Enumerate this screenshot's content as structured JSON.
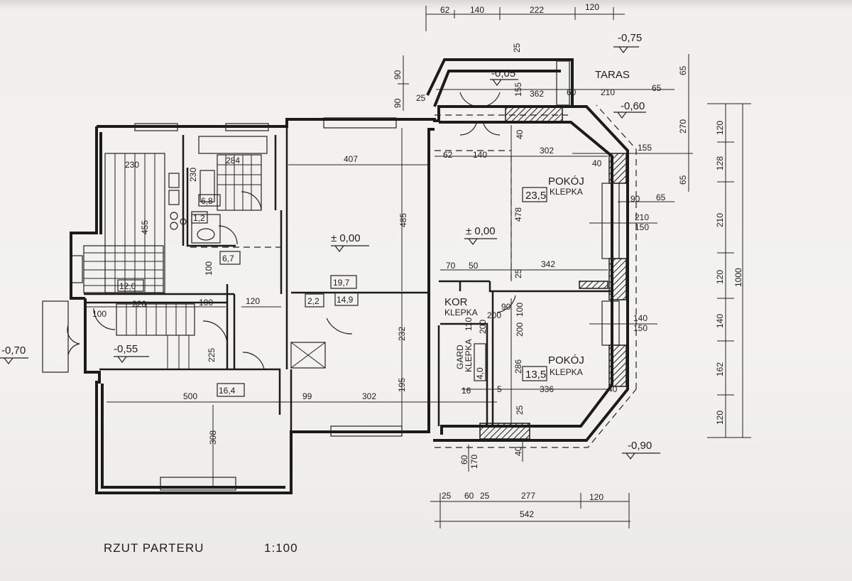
{
  "drawing": {
    "title": "RZUT PARTERU",
    "scale": "1:100"
  },
  "rooms": {
    "pokoj_top": {
      "name": "POKÓJ",
      "area": "23,5",
      "floor": "KLEPKA"
    },
    "pokoj_bottom": {
      "name": "POKÓJ",
      "area": "13,5",
      "floor": "KLEPKA"
    },
    "kor": {
      "name": "KOR",
      "floor": "KLEPKA"
    },
    "garderoba": {
      "name": "GARD",
      "area": "4,0",
      "floor": "KLEPKA"
    },
    "taras": {
      "name": "TARAS"
    },
    "areas": {
      "kitchen": "12,0",
      "bath_top": "6,8",
      "wc": "1,2",
      "hall_small": "6,7",
      "living": "19,7",
      "dining": "14,9",
      "hall_22": "2,2",
      "bottom_room": "16,4"
    }
  },
  "levels": {
    "entrance": "-0,70",
    "stair_landing": "-0,55",
    "top_terrace_upper": "-0,75",
    "terrace": "-0,60",
    "porch": "-0,05",
    "living": "± 0,00",
    "right_floor": "± 0,00",
    "bottom_right": "-0,90"
  },
  "dims": {
    "top_row": [
      "62",
      "140",
      "222",
      "120"
    ],
    "top_vertical": [
      "90",
      "90",
      "25"
    ],
    "top_porch": [
      "25",
      "155",
      "362",
      "60",
      "210",
      "65"
    ],
    "taras_right": [
      "65",
      "270",
      "65"
    ],
    "right_col": [
      "120",
      "128",
      "210",
      "120",
      "140",
      "162",
      "120"
    ],
    "right_total": "1000",
    "right_inner": [
      "155",
      "90",
      "65",
      "210",
      "150",
      "140",
      "150"
    ],
    "kitchen": {
      "width": "230",
      "height": "455"
    },
    "bath": {
      "w": "284",
      "h": "230"
    },
    "hall": {
      "h": "100",
      "w1": "100",
      "w2": "100",
      "w3": "120",
      "stair": "220"
    },
    "living": {
      "width": "407",
      "height": "485"
    },
    "middle_strip": [
      "62",
      "140",
      "302",
      "478",
      "40",
      "40"
    ],
    "mid_row": [
      "70",
      "50",
      "342",
      "25"
    ],
    "dining": {
      "h1": "232",
      "h2": "195",
      "w1": "99",
      "w2": "302"
    },
    "kor_dims": [
      "90",
      "200",
      "100",
      "200",
      "110",
      "200"
    ],
    "pokoj_bottom_dims": [
      "286",
      "336",
      "16",
      "5",
      "40",
      "25"
    ],
    "left_bottom": {
      "h": "225",
      "w": "500",
      "h2": "308"
    },
    "bottom_row": [
      "25",
      "60",
      "25",
      "277",
      "120"
    ],
    "bottom_vertical": [
      "60",
      "170",
      "40"
    ],
    "bottom_total": "542"
  }
}
